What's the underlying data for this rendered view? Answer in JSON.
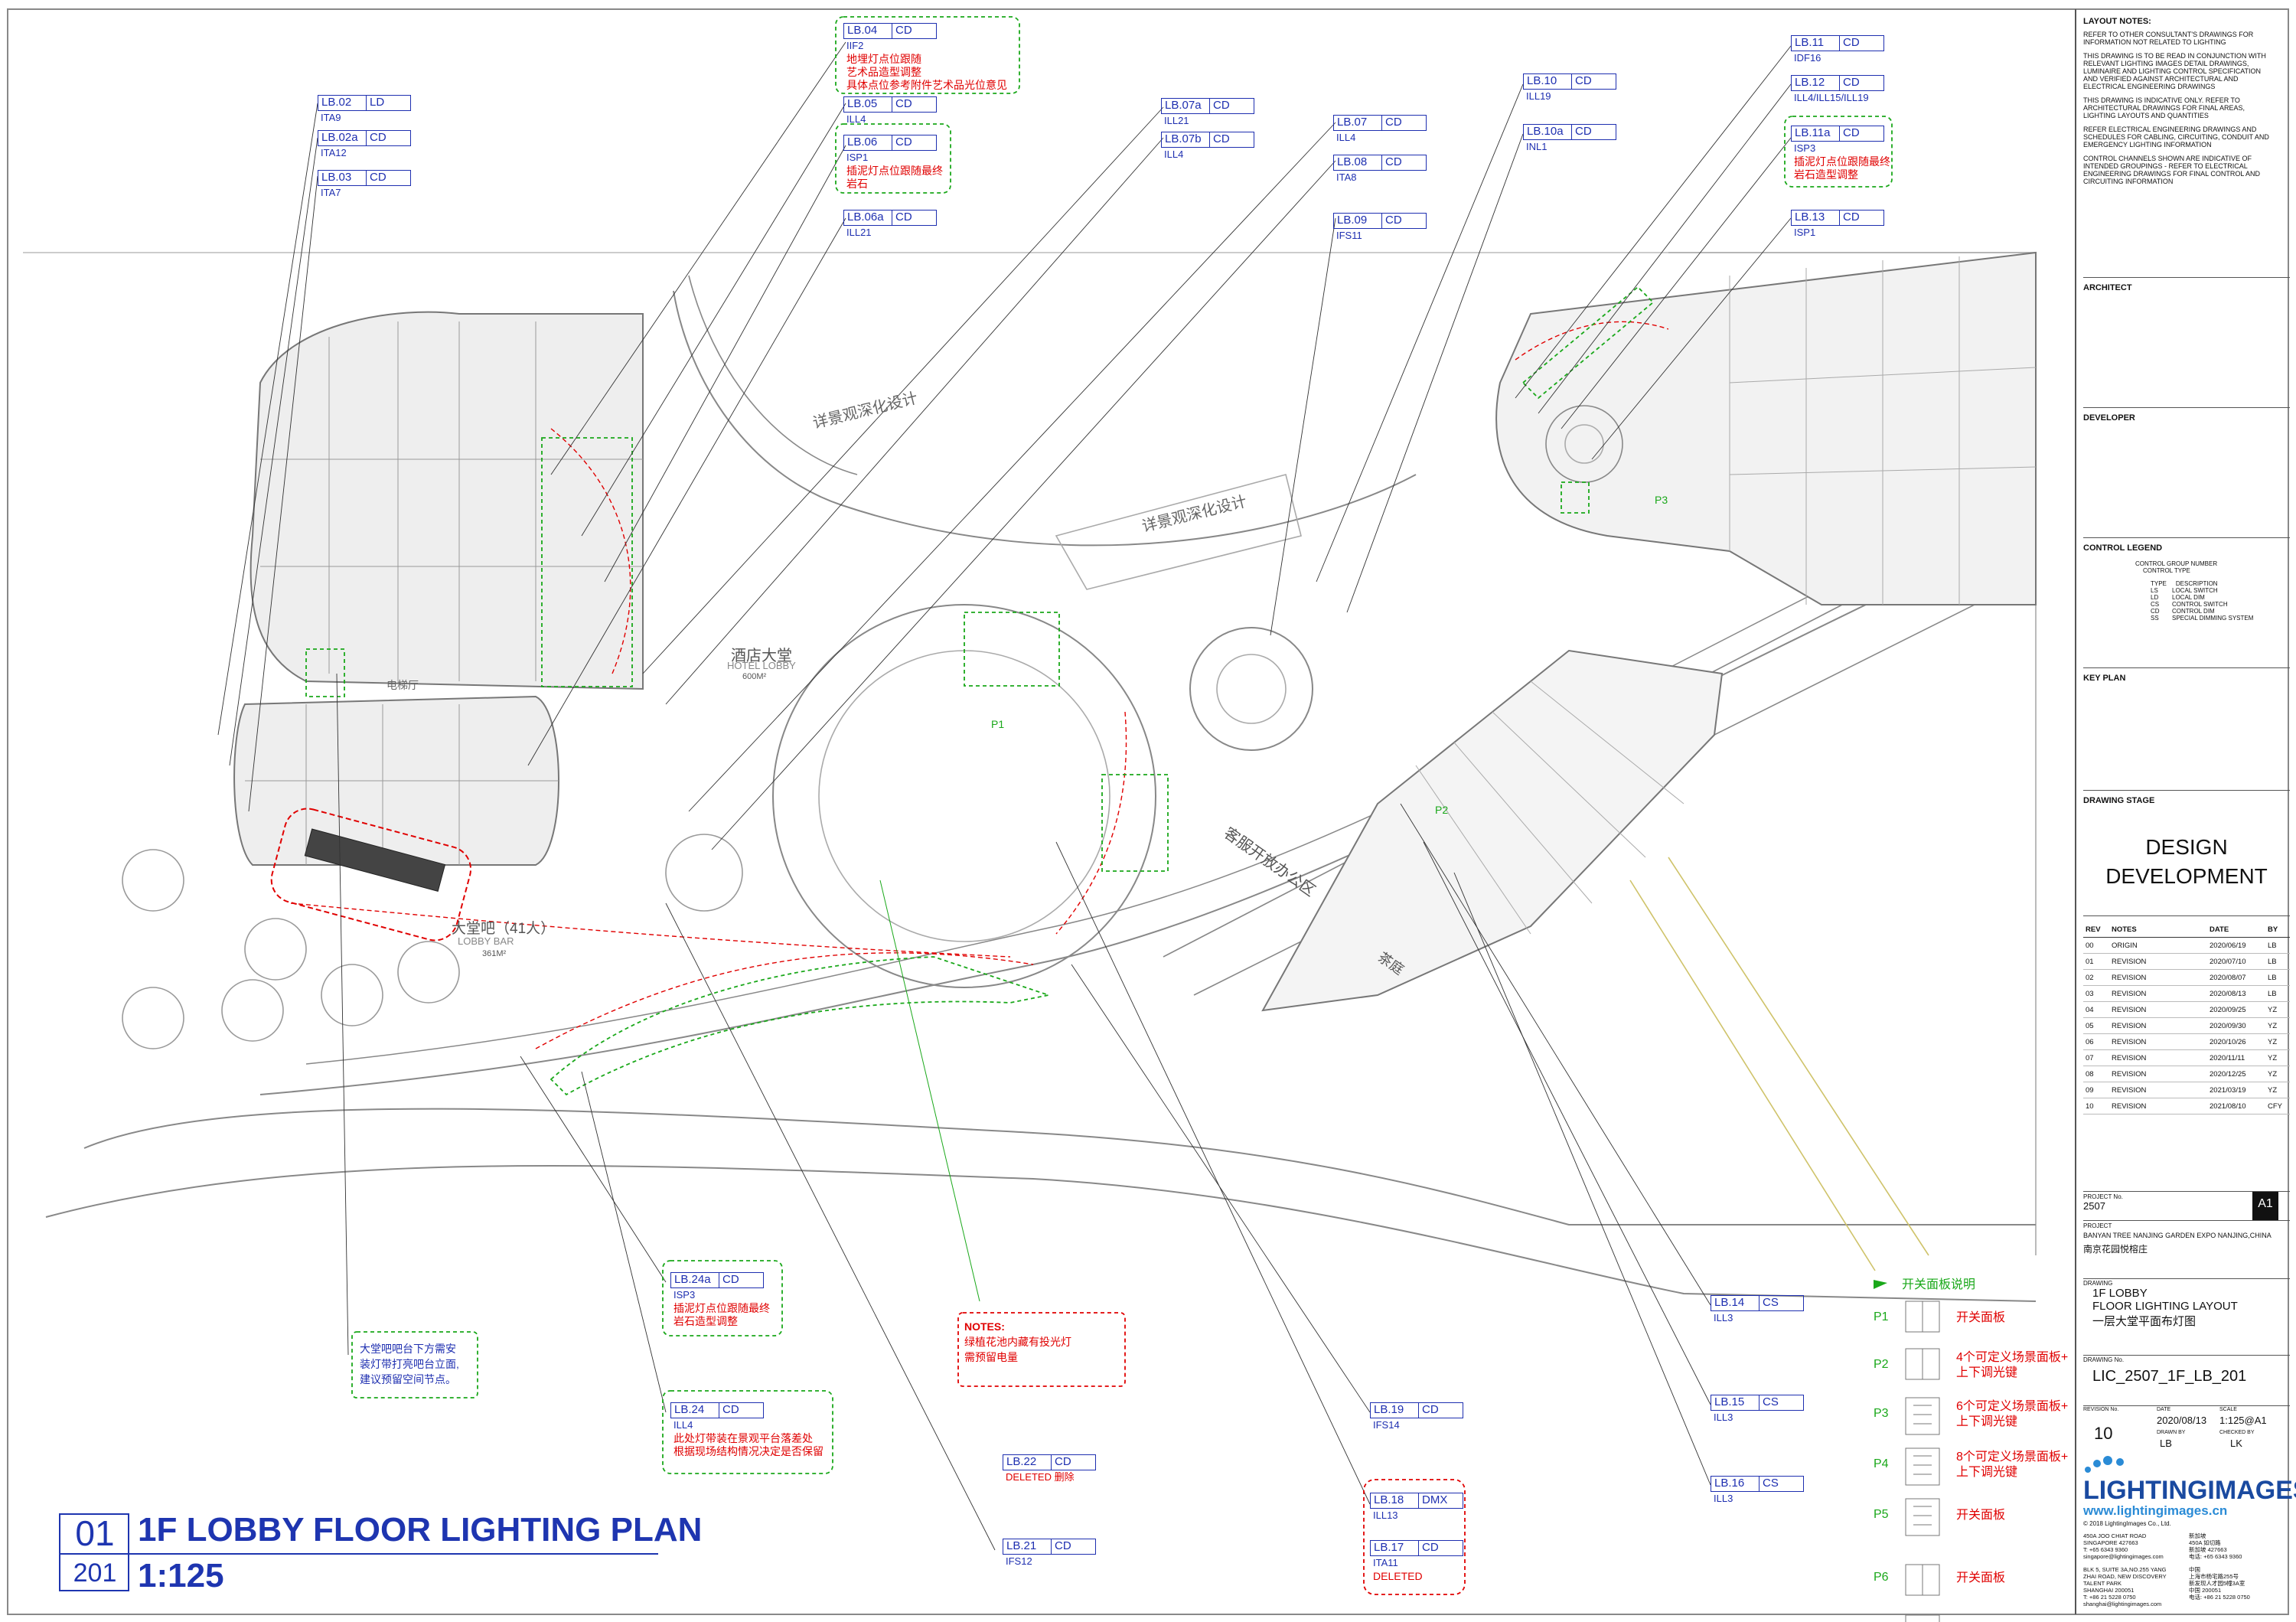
{
  "labels": [
    {
      "id": "LB.02",
      "type": "LD",
      "sub": "ITA9",
      "notes": []
    },
    {
      "id": "LB.02a",
      "type": "CD",
      "sub": "ITA12",
      "notes": []
    },
    {
      "id": "LB.03",
      "type": "CD",
      "sub": "ITA7",
      "notes": []
    },
    {
      "id": "LB.04",
      "type": "CD",
      "sub": "IIF2",
      "notes": [
        "地埋灯点位跟随",
        "艺术品造型调整",
        "具体点位参考附件艺术品光位意见"
      ]
    },
    {
      "id": "LB.05",
      "type": "CD",
      "sub": "ILL4",
      "notes": []
    },
    {
      "id": "LB.06",
      "type": "CD",
      "sub": "ISP1",
      "notes": [
        "插泥灯点位跟随最终",
        "岩石"
      ]
    },
    {
      "id": "LB.06a",
      "type": "CD",
      "sub": "ILL21",
      "notes": []
    },
    {
      "id": "LB.07a",
      "type": "CD",
      "sub": "ILL21",
      "notes": []
    },
    {
      "id": "LB.07b",
      "type": "CD",
      "sub": "ILL4",
      "notes": []
    },
    {
      "id": "LB.07",
      "type": "CD",
      "sub": "ILL4",
      "notes": []
    },
    {
      "id": "LB.08",
      "type": "CD",
      "sub": "ITA8",
      "notes": []
    },
    {
      "id": "LB.09",
      "type": "CD",
      "sub": "IFS11",
      "notes": []
    },
    {
      "id": "LB.10",
      "type": "CD",
      "sub": "ILL19",
      "notes": []
    },
    {
      "id": "LB.10a",
      "type": "CD",
      "sub": "INL1",
      "notes": []
    },
    {
      "id": "LB.11",
      "type": "CD",
      "sub": "IDF16",
      "notes": []
    },
    {
      "id": "LB.12",
      "type": "CD",
      "sub": "ILL4/ILL15/ILL19",
      "notes": []
    },
    {
      "id": "LB.11a",
      "type": "CD",
      "sub": "ISP3",
      "notes": [
        "插泥灯点位跟随最终",
        "岩石造型调整"
      ]
    },
    {
      "id": "LB.13",
      "type": "CD",
      "sub": "ISP1",
      "notes": []
    },
    {
      "id": "LB.24a",
      "type": "CD",
      "sub": "ISP3",
      "notes": [
        "插泥灯点位跟随最终",
        "岩石造型调整"
      ]
    },
    {
      "id": "LB.24",
      "type": "CD",
      "sub": "ILL4",
      "notes": [
        "此处灯带装在景观平台落差处",
        "根据现场结构情况决定是否保留"
      ]
    },
    {
      "id": "LB.22",
      "type": "CD",
      "sub": "DELETED 删除",
      "notes": []
    },
    {
      "id": "LB.21",
      "type": "CD",
      "sub": "IFS12",
      "notes": []
    },
    {
      "id": "LB.19",
      "type": "CD",
      "sub": "IFS14",
      "notes": []
    },
    {
      "id": "LB.18",
      "type": "DMX",
      "sub": "ILL13",
      "notes": []
    },
    {
      "id": "LB.17",
      "type": "CD",
      "sub": "ITA11",
      "notes": [
        "DELETED"
      ]
    },
    {
      "id": "LB.14",
      "type": "CS",
      "sub": "ILL3",
      "notes": []
    },
    {
      "id": "LB.15",
      "type": "CS",
      "sub": "ILL3",
      "notes": []
    },
    {
      "id": "LB.16",
      "type": "CS",
      "sub": "ILL3",
      "notes": []
    }
  ],
  "floating_notes": {
    "bar_note": [
      "大堂吧吧台下方需安",
      "装灯带打亮吧台立面,",
      "建议预留空间节点。"
    ],
    "notes_title": "NOTES:",
    "notes_lines": [
      "绿植花池内藏有投光灯",
      "需预留电量"
    ]
  },
  "plan_text": {
    "hotel_lobby": "酒店大堂",
    "hotel_lobby_en": "HOTEL LOBBY",
    "hotel_lobby_area": "600M²",
    "lobby_bar": "大堂吧（41人）",
    "lobby_bar_en": "LOBBY BAR",
    "lobby_bar_area": "361M²",
    "landscape_1": "详景观深化设计",
    "landscape_2": "详景观深化设计",
    "elevator_hall": "电梯厅",
    "open_office": "客服开放办公区",
    "tea": "茶庭",
    "sun_p1": "P1",
    "sun_p2": "P2",
    "sun_p3": "P3"
  },
  "plan_title": {
    "number": "01",
    "sheet": "201",
    "title": "1F LOBBY FLOOR LIGHTING PLAN",
    "scale": "1:125"
  },
  "title_block": {
    "layout_notes_title": "LAYOUT NOTES:",
    "layout_notes": [
      "REFER TO OTHER CONSULTANT'S DRAWINGS FOR INFORMATION NOT RELATED TO LIGHTING",
      "THIS DRAWING IS TO BE READ IN CONJUNCTION WITH RELEVANT LIGHTING IMAGES DETAIL DRAWINGS, LUMINAIRE AND LIGHTING CONTROL SPECIFICATION AND VERIFIED AGAINST ARCHITECTURAL AND ELECTRICAL ENGINEERING DRAWINGS",
      "THIS DRAWING IS INDICATIVE ONLY. REFER TO ARCHITECTURAL DRAWINGS FOR FINAL AREAS, LIGHTING LAYOUTS AND QUANTITIES",
      "REFER ELECTRICAL ENGINEERING DRAWINGS AND SCHEDULES FOR CABLING, CIRCUITING, CONDUIT AND EMERGENCY LIGHTING INFORMATION",
      "CONTROL CHANNELS SHOWN ARE INDICATIVE OF INTENDED GROUPINGS - REFER TO ELECTRICAL ENGINEERING DRAWINGS FOR FINAL CONTROL AND CIRCUITING INFORMATION"
    ],
    "architect": "ARCHITECT",
    "developer": "DEVELOPER",
    "control_legend": "CONTROL LEGEND",
    "cl_group": "CONTROL GROUP NUMBER",
    "cl_type": "CONTROL TYPE",
    "cl_head_type": "TYPE",
    "cl_head_desc": "DESCRIPTION",
    "cl_rows": [
      {
        "t": "LS",
        "d": "LOCAL SWITCH"
      },
      {
        "t": "LD",
        "d": "LOCAL DIM"
      },
      {
        "t": "CS",
        "d": "CONTROL SWITCH"
      },
      {
        "t": "CD",
        "d": "CONTROL DIM"
      },
      {
        "t": "SS",
        "d": "SPECIAL DIMMING SYSTEM"
      }
    ],
    "key_plan": "KEY PLAN",
    "drawing_stage": "DRAWING STAGE",
    "stage_1": "DESIGN",
    "stage_2": "DEVELOPMENT",
    "rev_headers": [
      "REV",
      "NOTES",
      "DATE",
      "BY"
    ],
    "revisions": [
      [
        "00",
        "ORIGIN",
        "2020/06/19",
        "LB"
      ],
      [
        "01",
        "REVISION",
        "2020/07/10",
        "LB"
      ],
      [
        "02",
        "REVISION",
        "2020/08/07",
        "LB"
      ],
      [
        "03",
        "REVISION",
        "2020/08/13",
        "LB"
      ],
      [
        "04",
        "REVISION",
        "2020/09/25",
        "YZ"
      ],
      [
        "05",
        "REVISION",
        "2020/09/30",
        "YZ"
      ],
      [
        "06",
        "REVISION",
        "2020/10/26",
        "YZ"
      ],
      [
        "07",
        "REVISION",
        "2020/11/11",
        "YZ"
      ],
      [
        "08",
        "REVISION",
        "2020/12/25",
        "YZ"
      ],
      [
        "09",
        "REVISION",
        "2021/03/19",
        "YZ"
      ],
      [
        "10",
        "REVISION",
        "2021/08/10",
        "CFY"
      ]
    ],
    "project_no_label": "PROJECT No.",
    "project_no": "2507",
    "sheet_size": "A1",
    "project_label": "PROJECT",
    "project_name": "BANYAN TREE NANJING GARDEN EXPO NANJING,CHINA",
    "project_name_cn": "南京花园悦榕庄",
    "drawing_label": "DRAWING",
    "drawing_1": "1F LOBBY",
    "drawing_2": "FLOOR LIGHTING LAYOUT",
    "drawing_cn": "一层大堂平面布灯图",
    "drawing_no_label": "DRAWING No.",
    "drawing_no": "LIC_2507_1F_LB_201",
    "revision_no_label": "REVISION No.",
    "revision_no": "10",
    "date_label": "DATE",
    "date": "2020/08/13",
    "scale_label": "SCALE",
    "scale": "1:125@A1",
    "drawn_label": "DRAWN BY",
    "drawn": "LB",
    "checked_label": "CHECKED BY",
    "checked": "LK",
    "logo": "LIGHTINGIMAGES",
    "website": "www.lightingimages.cn",
    "copyright": "© 2018 LightingImages Co., Ltd.",
    "addr_sg": [
      "450A JOO CHIAT ROAD",
      "SINGAPORE 427663",
      "T: +65 6343 9360",
      "singapore@lightingimages.com"
    ],
    "addr_sg_cn": [
      "新加坡",
      "450A 如切路",
      "新加坡 427663",
      "电话: +65 6343 9360"
    ],
    "addr_sh": [
      "BLK 5, SUITE 3A,NO.255 YANG",
      "ZHAI ROAD, NEW DISCOVERY",
      "TALENT PARK",
      "SHANGHAI 200051",
      "T: +86 21 5228 0750",
      "shanghai@lightingimages.com"
    ],
    "addr_sh_cn": [
      "中国",
      "上海市杨宅路255号",
      "新发现人才园5幢3A室",
      "中国 200051",
      "电话: +86 21 5228 0750"
    ]
  },
  "switch_legend": {
    "title": "开关面板说明",
    "rows": [
      {
        "code": "P1",
        "desc": [
          "开关面板"
        ]
      },
      {
        "code": "P2",
        "desc": [
          "4个可定义场景面板+",
          "上下调光键"
        ]
      },
      {
        "code": "P3",
        "desc": [
          "6个可定义场景面板+",
          "上下调光键"
        ]
      },
      {
        "code": "P4",
        "desc": [
          "8个可定义场景面板+",
          "上下调光键"
        ]
      },
      {
        "code": "P5",
        "desc": [
          "开关面板"
        ]
      },
      {
        "code": "P6",
        "desc": [
          "开关面板"
        ]
      }
    ]
  },
  "colors": {
    "label_blue": "#1e2fb0",
    "note_red": "#e00000",
    "green": "#1aa81a",
    "plan": "#9a9a9a"
  }
}
